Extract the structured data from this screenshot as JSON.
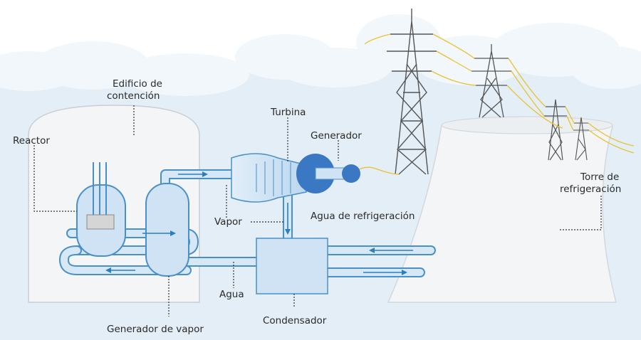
{
  "labels": {
    "containment": [
      "Edificio de",
      "contención"
    ],
    "reactor": "Reactor",
    "turbine": "Turbina",
    "generator": "Generador",
    "cooling_tower": [
      "Torre de",
      "refrigeración"
    ],
    "steam": "Vapor",
    "cooling_water": "Agua de refrigeración",
    "water": "Agua",
    "condenser": "Condensador",
    "steam_generator": "Generador de vapor"
  },
  "colors": {
    "sky": "#e3eef7",
    "cloud": "#f2f7fb",
    "building": "#f4f5f6",
    "building_edge": "#c9ced3",
    "component_fill": "#cfe3f4",
    "component_stroke": "#4a90c8",
    "pipe": "#d6e8f6",
    "flow_arrow": "#2a7fc0",
    "generator_blue": "#3b78c4",
    "wire": "#e8c230",
    "tower": "#555555",
    "leader": "#333333"
  },
  "icons": [
    "transmission-tower-icon",
    "flow-arrow-icon"
  ]
}
